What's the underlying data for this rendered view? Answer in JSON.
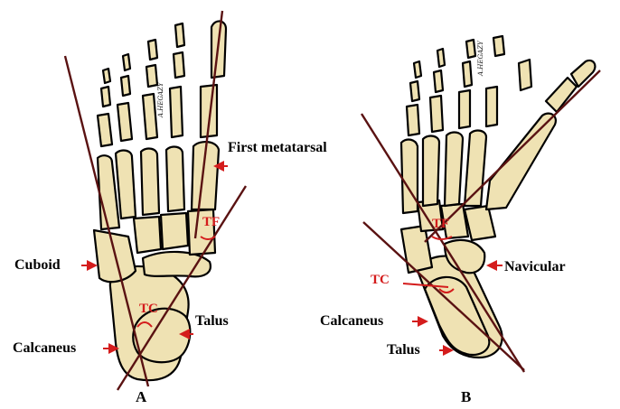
{
  "figure": {
    "panel_a": {
      "panel_label": "A",
      "labels": {
        "first_metatarsal": "First metatarsal",
        "cuboid": "Cuboid",
        "talus": "Talus",
        "calcaneus": "Calcaneus"
      },
      "angles": {
        "tf": "TF",
        "tc": "TC"
      },
      "signature": "A.HEGAZY"
    },
    "panel_b": {
      "panel_label": "B",
      "labels": {
        "navicular": "Navicular",
        "calcaneus": "Calcaneus",
        "talus": "Talus"
      },
      "angles": {
        "tf": "TF",
        "tc": "TC"
      },
      "signature": "A.HEGAZY"
    }
  },
  "colors": {
    "bone_fill": "#efe2b3",
    "axis_line": "#5a1212",
    "annotation_red": "#d41c1c"
  }
}
